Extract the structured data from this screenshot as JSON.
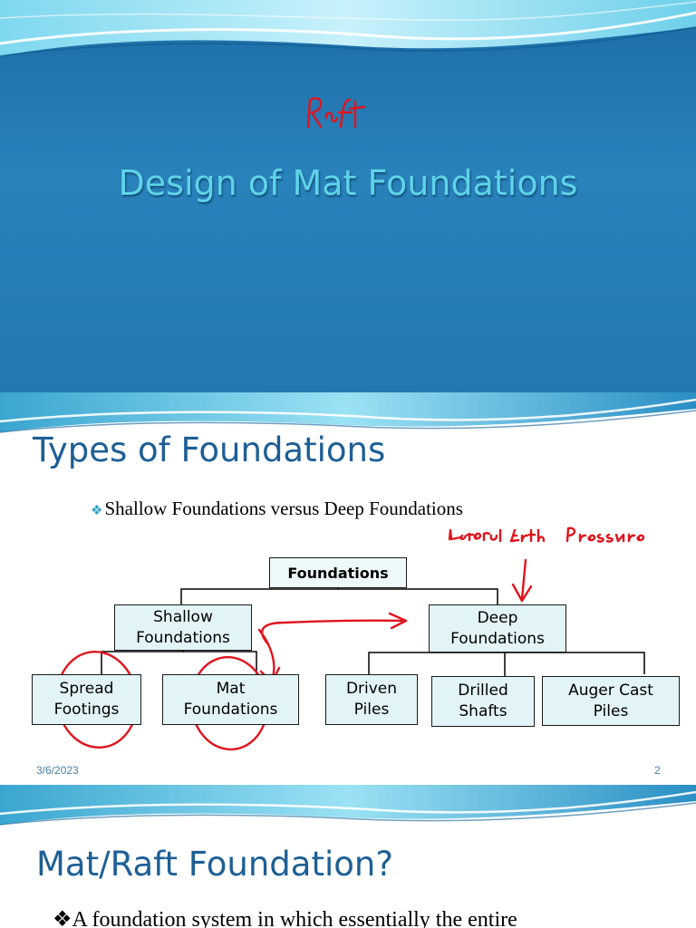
{
  "slide1": {
    "title": "Design of Mat Foundations",
    "annotation": "Raft"
  },
  "slide2": {
    "title": "Types of Foundations",
    "bullet_symbol": "❖",
    "bullet": "Shallow Foundations versus Deep Foundations",
    "annotation": "Lateral Earth Pressure",
    "diagram": {
      "root": "Foundations",
      "shallow": "Shallow\nFoundations",
      "deep": "Deep\nFoundations",
      "spread": "Spread\nFootings",
      "mat": "Mat\nFoundations",
      "driven": "Driven\nPiles",
      "drilled": "Drilled\nShafts",
      "auger": "Auger Cast\nPiles"
    },
    "date": "3/6/2023",
    "page_number": "2"
  },
  "slide3": {
    "title": "Mat/Raft Foundation?",
    "bullet_symbol": "❖",
    "bullet": "A foundation system in which essentially the entire"
  },
  "colors": {
    "title_blue": "#1d5f95",
    "slide1_title": "#5fd3e8",
    "annotation_red": "#e0141e",
    "box_fill": "#e3f4f7"
  }
}
